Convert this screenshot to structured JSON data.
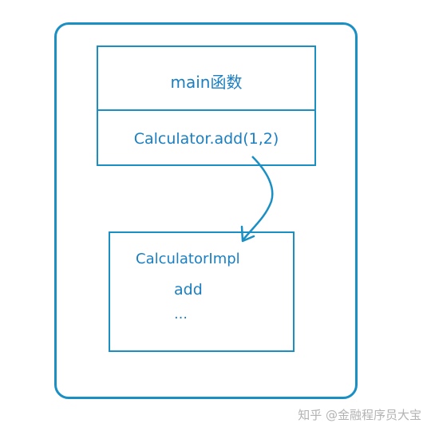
{
  "main_box": {
    "title": "main函数",
    "call": "Calculator.add(1,2)"
  },
  "impl_box": {
    "title": "CalculatorImpl",
    "method": "add",
    "ellipsis": "…"
  },
  "watermark": "知乎 @金融程序员大宝",
  "colors": {
    "stroke": "#1a8fc4",
    "text": "#1a7fc2",
    "watermark": "#b3b3b3"
  }
}
